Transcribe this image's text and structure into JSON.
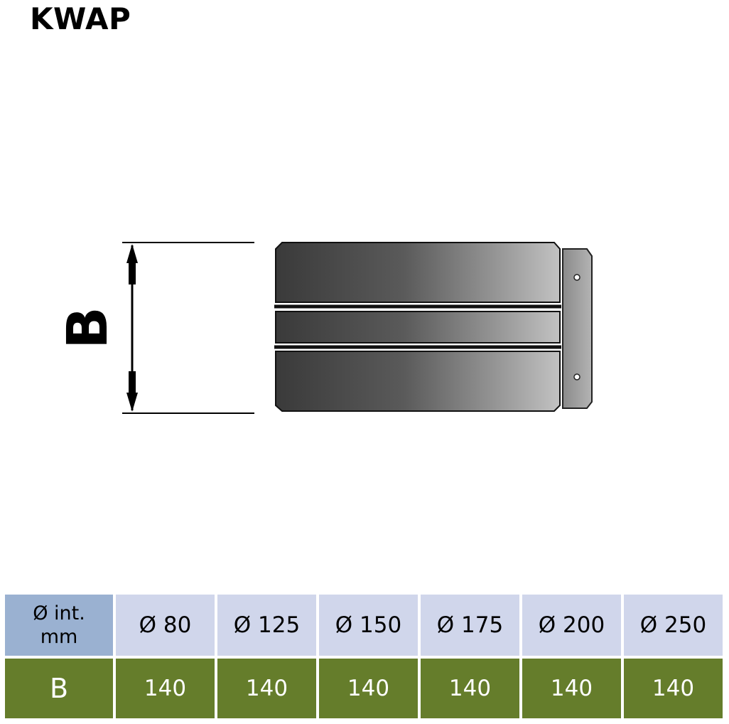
{
  "title": "KWAP",
  "diagram": {
    "dimension_label": "B"
  },
  "table": {
    "header_label_line1": "Ø int.",
    "header_label_line2": "mm",
    "diameters": [
      "Ø 80",
      "Ø 125",
      "Ø 150",
      "Ø 175",
      "Ø 200",
      "Ø 250"
    ],
    "row_label": "B",
    "values": [
      "140",
      "140",
      "140",
      "140",
      "140",
      "140"
    ]
  },
  "colors": {
    "header_label_bg": "#9ab1d1",
    "header_cell_bg": "#d0d6eb",
    "row_bg": "#657d2b"
  }
}
